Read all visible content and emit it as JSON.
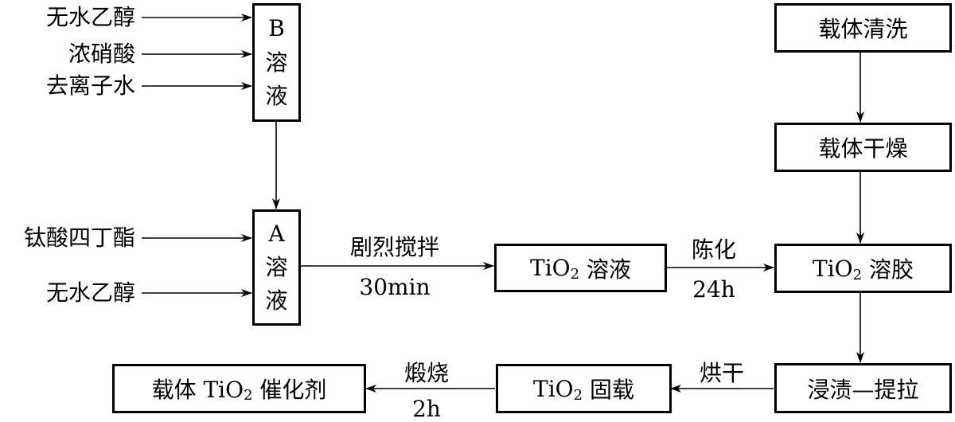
{
  "inputs_b": [
    "无水乙醇",
    "浓硝酸",
    "去离子水"
  ],
  "inputs_a": [
    "钛酸四丁酯",
    "无水乙醇"
  ],
  "box_b": [
    "B",
    "溶",
    "液"
  ],
  "box_a": [
    "A",
    "溶",
    "液"
  ],
  "box_tio2_sol_prefix": "TiO",
  "box_tio2_sol_sub": "2",
  "box_tio2_sol_suffix": " 溶液",
  "box_tio2_gel_prefix": "TiO",
  "box_tio2_gel_sub": "2",
  "box_tio2_gel_suffix": " 溶胶",
  "box_carrier_clean": "载体清洗",
  "box_carrier_dry": "载体干燥",
  "box_dip": "浸渍—提拉",
  "box_tio2_load_prefix": "TiO",
  "box_tio2_load_sub": "2",
  "box_tio2_load_suffix": " 固载",
  "box_catalyst_prefix": "载体 TiO",
  "box_catalyst_sub": "2",
  "box_catalyst_suffix": " 催化剂",
  "step_stir": "剧烈搅拌",
  "step_stir_time": "30min",
  "step_age": "陈化",
  "step_age_time": "24h",
  "step_dry": "烘干",
  "step_calcine": "煅烧",
  "step_calcine_time": "2h"
}
